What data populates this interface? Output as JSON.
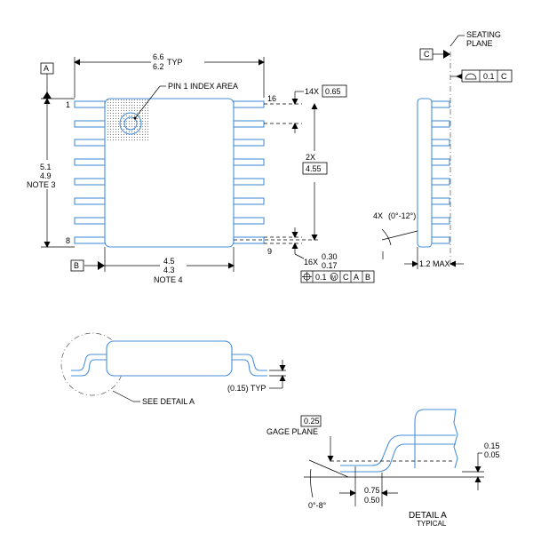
{
  "top_view": {
    "width_upper": "6.6",
    "width_lower": "6.2",
    "width_suffix": "TYP",
    "pin1_label": "PIN 1 INDEX AREA",
    "pin_first": "1",
    "pin_last_left": "8",
    "pin_top_right": "16",
    "pin_bottom_right": "9",
    "pitch_count": "14X",
    "pitch_value": "0.65",
    "span_count": "2X",
    "span_value": "4.55",
    "length_upper": "5.1",
    "length_lower": "4.9",
    "length_note": "NOTE 3",
    "body_upper": "4.5",
    "body_lower": "4.3",
    "body_note": "NOTE 4",
    "lead_count": "16X",
    "lead_upper": "0.30",
    "lead_lower": "0.17",
    "tol_value": "0.1",
    "tol_refs": [
      "C",
      "A",
      "B"
    ],
    "datum_a": "A",
    "datum_b": "B"
  },
  "side_view": {
    "datum_c": "C",
    "seating_line1": "SEATING",
    "seating_line2": "PLANE",
    "flat_value": "0.1",
    "flat_ref": "C",
    "angle_count": "4X",
    "angle_text": "(0°-12°)",
    "height_text": "1.2 MAX"
  },
  "front_view": {
    "see_detail": "SEE DETAIL  A",
    "typ_text": "(0.15) TYP"
  },
  "detail": {
    "gage_value": "0.25",
    "gage_label": "GAGE PLANE",
    "standoff_upper": "0.15",
    "standoff_lower": "0.05",
    "foot_upper": "0.75",
    "foot_lower": "0.50",
    "angle": "0°-8°",
    "title": "DETAIL A",
    "subtitle": "TYPICAL"
  }
}
